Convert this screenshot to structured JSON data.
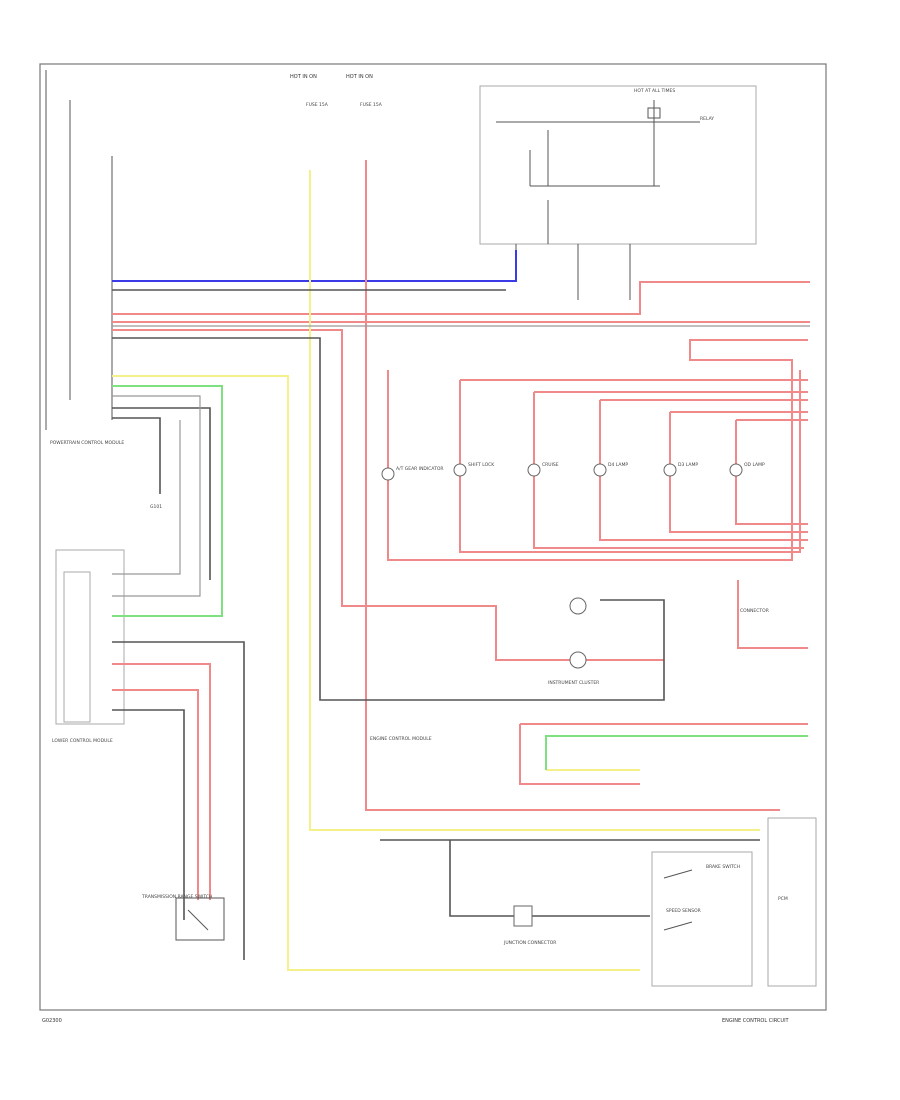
{
  "diagram": {
    "footer_left": "G02300",
    "footer_right": "ENGINE CONTROL CIRCUIT",
    "top_hotbox_a": "HOT IN ON",
    "top_hotbox_b": "HOT IN ON",
    "top_fuse_a": "FUSE 15A",
    "top_fuse_b": "FUSE 15A",
    "top_right_fuse": "HOT AT ALL TIMES",
    "left_module": "POWERTRAIN CONTROL MODULE",
    "left_lower_module": "LOWER CONTROL MODULE",
    "switch_label": "TRANSMISSION RANGE SWITCH",
    "relay_label": "RELAY",
    "ground_label": "G101",
    "lamp_labels": [
      "A/T GEAR INDICATOR",
      "SHIFT LOCK",
      "CRUISE",
      "D4 LAMP",
      "D3 LAMP",
      "OD LAMP"
    ],
    "bottom_center_label": "INSTRUMENT CLUSTER",
    "bottom_right_label": "ENGINE CONTROL MODULE",
    "lower_center_label": "JUNCTION CONNECTOR",
    "sw_right_1": "BRAKE SWITCH",
    "sw_right_2": "SPEED SENSOR",
    "pcm_right_label": "PCM",
    "connector_label": "CONNECTOR"
  },
  "colors": {
    "red": "#f08a8a",
    "yellow": "#f4f08a",
    "green": "#7fe07f",
    "blue": "#3a3ae6",
    "black": "#333333",
    "gray": "#999999"
  }
}
